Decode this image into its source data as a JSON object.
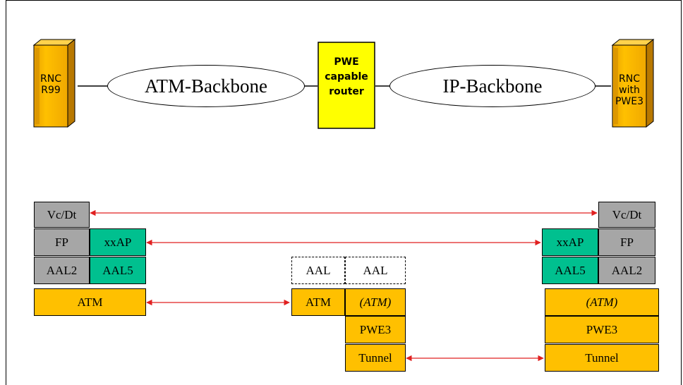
{
  "nodes": {
    "left_rnc": {
      "line1": "RNC",
      "line2": "R99"
    },
    "right_rnc": {
      "line1": "RNC",
      "line2": "with",
      "line3": "PWE3"
    },
    "router": {
      "line1": "PWE",
      "line2": "capable",
      "line3": "router"
    }
  },
  "backbones": {
    "atm": "ATM-Backbone",
    "ip": "IP-Backbone"
  },
  "left_stack": {
    "vcdt": "Vc/Dt",
    "fp": "FP",
    "xxap": "xxAP",
    "aal2": "AAL2",
    "aal5": "AAL5",
    "atm": "ATM"
  },
  "middle_stack": {
    "aal_left": "AAL",
    "aal_right": "AAL",
    "atm": "ATM",
    "atm_paren": "(ATM)",
    "pwe3": "PWE3",
    "tunnel": "Tunnel"
  },
  "right_stack": {
    "vcdt": "Vc/Dt",
    "xxap": "xxAP",
    "fp": "FP",
    "aal5": "AAL5",
    "aal2": "AAL2",
    "atm_paren": "(ATM)",
    "pwe3": "PWE3",
    "tunnel": "Tunnel"
  },
  "colors": {
    "gray": "#a6a6a6",
    "teal": "#00c08f",
    "gold": "#ffc000",
    "yellow": "#ffff00",
    "arrow": "#e02020"
  }
}
